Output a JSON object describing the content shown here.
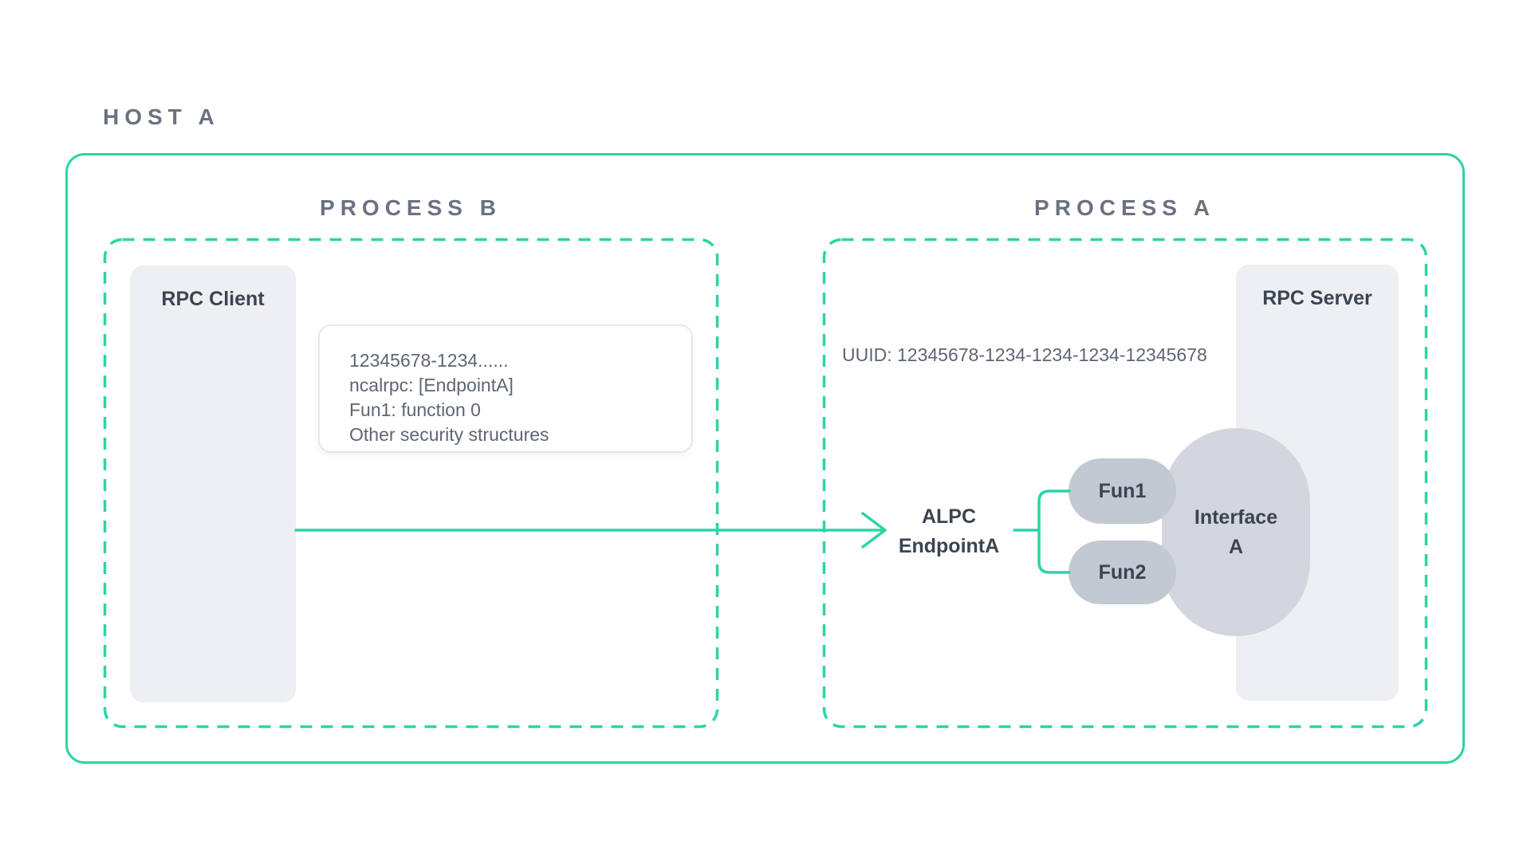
{
  "host": {
    "label": "HOST A"
  },
  "process_b": {
    "label": "PROCESS B",
    "rpc_client": {
      "label": "RPC Client"
    },
    "binding_info": {
      "lines": [
        "12345678-1234......",
        "ncalrpc: [EndpointA]",
        "Fun1: function 0",
        "Other security structures"
      ]
    }
  },
  "process_a": {
    "label": "PROCESS A",
    "uuid": "UUID: 12345678-1234-1234-1234-12345678",
    "rpc_server": {
      "label": "RPC Server"
    },
    "endpoint": {
      "line1": "ALPC",
      "line2": "EndpointA"
    },
    "functions": [
      {
        "label": "Fun1"
      },
      {
        "label": "Fun2"
      }
    ],
    "interface": {
      "line1": "Interface",
      "line2": "A"
    }
  },
  "palette": {
    "teal_accent": "#2ed3a6",
    "section_label_gray": "#6a7280",
    "dark_text": "#3c4452",
    "body_text": "#5d6674",
    "box_fill": "#edeff3",
    "pill_fill": "#c3c9d3",
    "blob_fill": "#d3d6de",
    "info_border": "#e5e8ee"
  }
}
